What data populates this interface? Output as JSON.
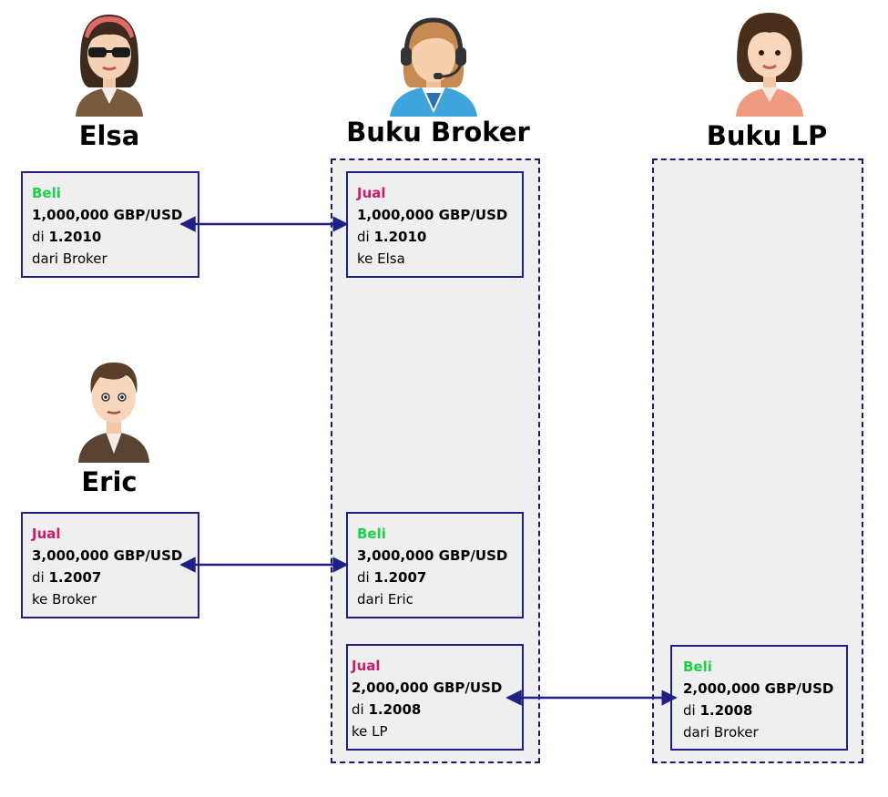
{
  "colors": {
    "buy": "#19d14a",
    "sell": "#cc1a6a",
    "border": "#1f1f86",
    "panel": "#efefef"
  },
  "people": {
    "elsa": {
      "name": "Elsa",
      "icon": "woman-sunglasses-avatar-icon"
    },
    "broker": {
      "name": "Buku Broker",
      "icon": "support-agent-headset-avatar-icon"
    },
    "lp": {
      "name": "Buku LP",
      "icon": "woman-avatar-icon"
    },
    "eric": {
      "name": "Eric",
      "icon": "man-avatar-icon"
    }
  },
  "cards": {
    "elsa_trade": {
      "action": "Beli",
      "amount": "1,000,000 GBP/USD",
      "rate_prefix": "di",
      "rate": "1.2010",
      "party": "dari Broker"
    },
    "broker_elsa": {
      "action": "Jual",
      "amount": "1,000,000 GBP/USD",
      "rate_prefix": "di",
      "rate": "1.2010",
      "party": "ke Elsa"
    },
    "eric_trade": {
      "action": "Jual",
      "amount": "3,000,000 GBP/USD",
      "rate_prefix": "di",
      "rate": "1.2007",
      "party": "ke Broker"
    },
    "broker_eric": {
      "action": "Beli",
      "amount": "3,000,000 GBP/USD",
      "rate_prefix": "di",
      "rate": "1.2007",
      "party": "dari Eric"
    },
    "broker_lp": {
      "action": "Jual",
      "amount": "2,000,000 GBP/USD",
      "rate_prefix": "di",
      "rate": "1.2008",
      "party": "ke LP"
    },
    "lp_trade": {
      "action": "Beli",
      "amount": "2,000,000 GBP/USD",
      "rate_prefix": "di",
      "rate": "1.2008",
      "party": "dari Broker"
    }
  }
}
